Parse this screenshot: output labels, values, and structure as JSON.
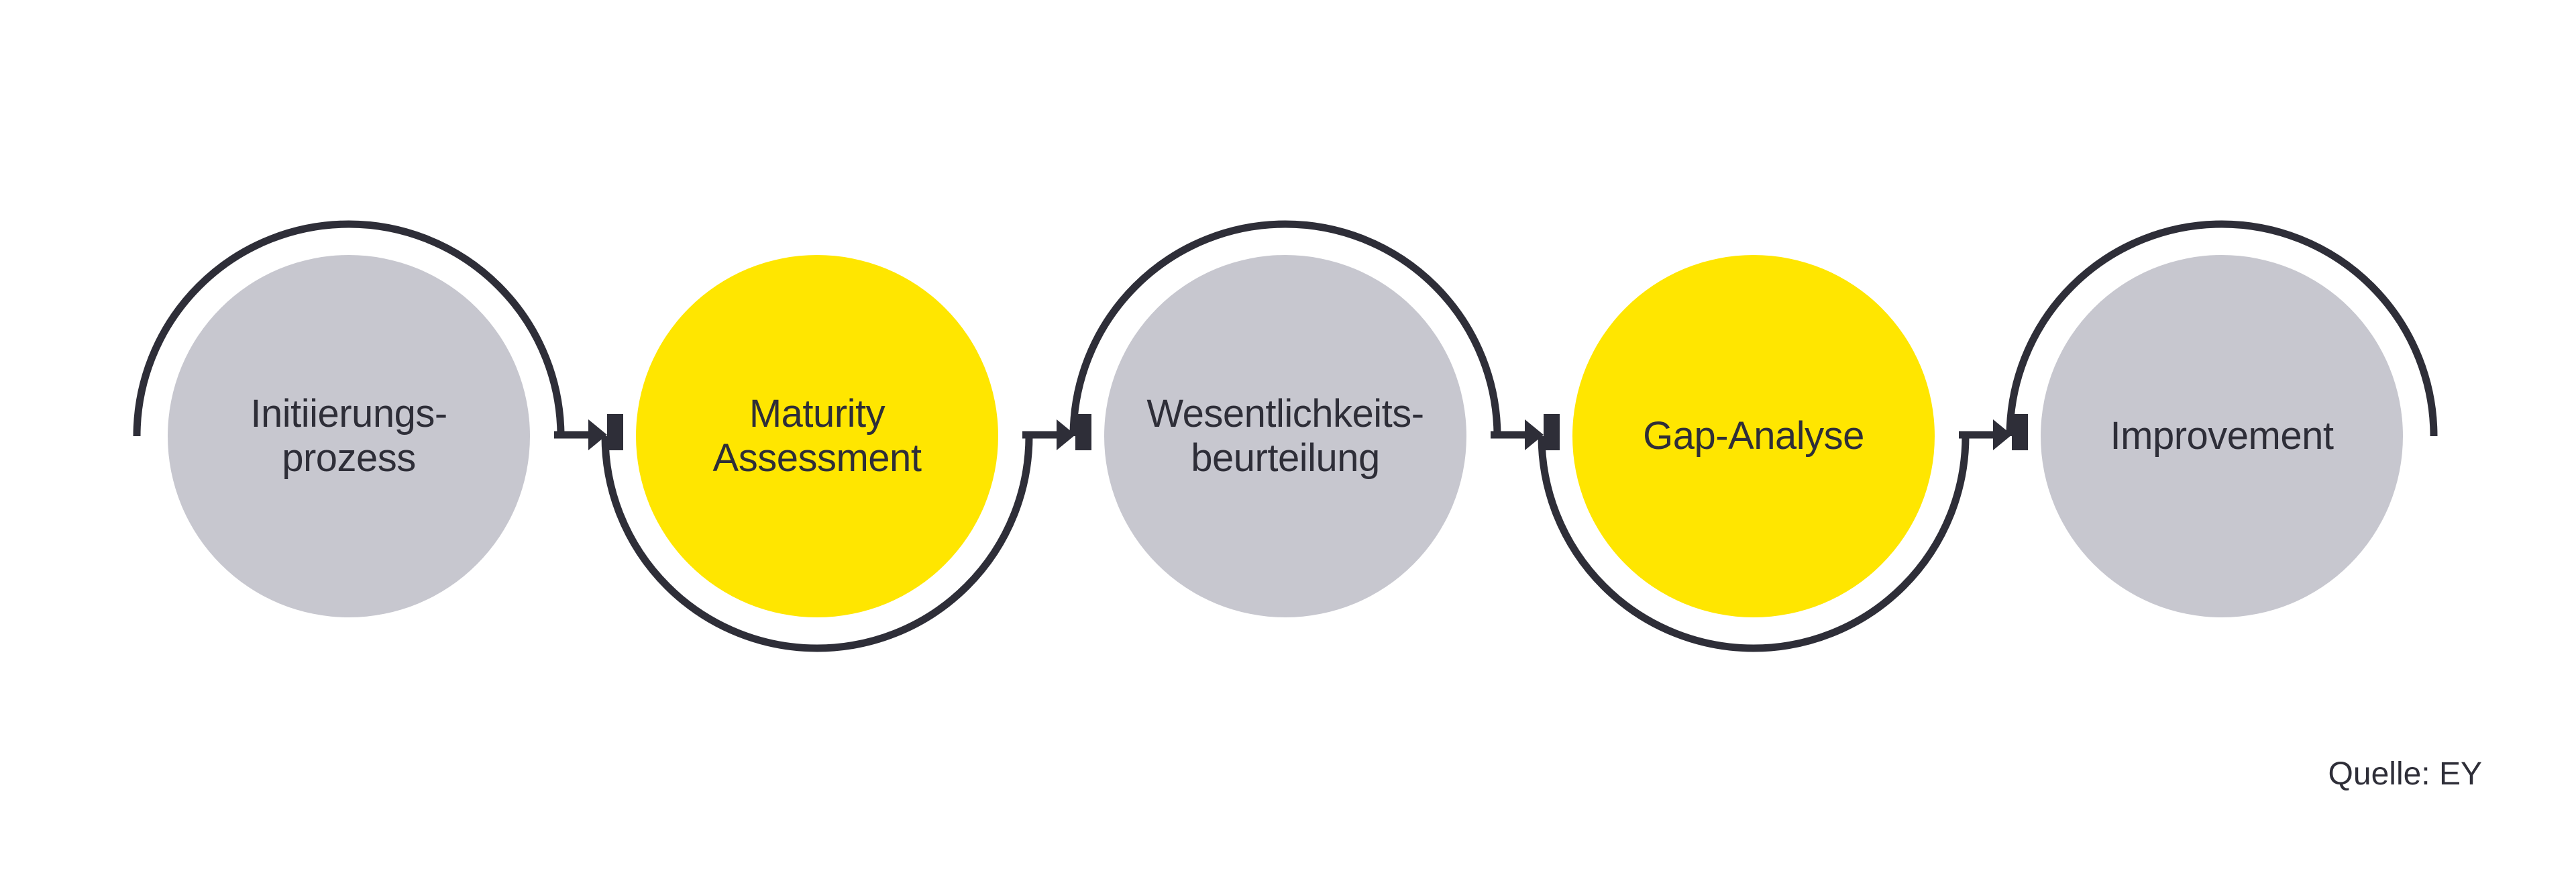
{
  "diagram": {
    "steps": [
      {
        "lines": [
          "Initiierungs-",
          "prozess"
        ],
        "color": "#c7c7cf",
        "arc_position": "over"
      },
      {
        "lines": [
          "Maturity",
          "Assessment"
        ],
        "color": "#ffe600",
        "arc_position": "under"
      },
      {
        "lines": [
          "Wesentlichkeits-",
          "beurteilung"
        ],
        "color": "#c7c7cf",
        "arc_position": "over"
      },
      {
        "lines": [
          "Gap-Analyse"
        ],
        "color": "#ffe600",
        "arc_position": "under"
      },
      {
        "lines": [
          "Improvement"
        ],
        "color": "#c7c7cf",
        "arc_position": "over"
      }
    ],
    "source_caption": "Quelle: EY",
    "colors": {
      "accent_yellow": "#ffe600",
      "circle_gray": "#c7c7cf",
      "line_dark": "#2e2e38",
      "background": "#ffffff"
    }
  }
}
